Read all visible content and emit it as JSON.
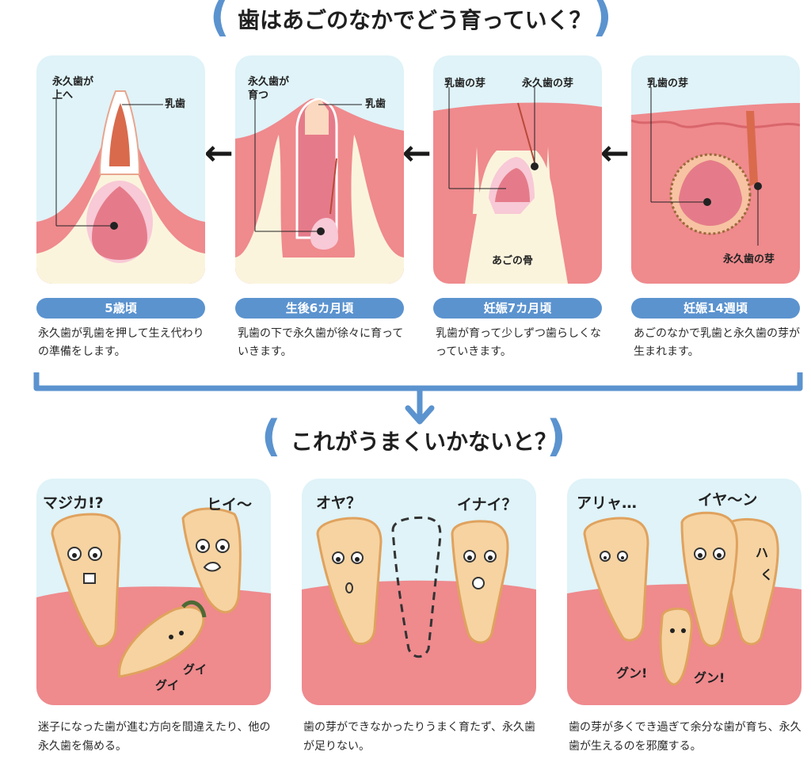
{
  "top_title": "歯はあごのなかでどう育っていく？",
  "bottom_title": "これがうまくいかないと？",
  "stages": [
    {
      "badge": "5歳頃",
      "desc": "永久歯が乳歯を押して生え代わりの準備をします。",
      "labels": {
        "a": "永久歯が",
        "b": "上へ",
        "c": "乳歯"
      }
    },
    {
      "badge": "生後6カ月頃",
      "desc": "乳歯の下で永久歯が徐々に育っていきます。",
      "labels": {
        "a": "永久歯が",
        "b": "育つ",
        "c": "乳歯"
      }
    },
    {
      "badge": "妊娠7カ月頃",
      "desc": "乳歯が育って少しずつ歯らしくなっていきます。",
      "labels": {
        "a": "乳歯の芽",
        "b": "永久歯の芽",
        "c": "あごの骨"
      }
    },
    {
      "badge": "妊娠14週頃",
      "desc": "あごのなかで乳歯と永久歯の芽が生まれます。",
      "labels": {
        "a": "乳歯の芽",
        "b": "永久歯の芽"
      }
    }
  ],
  "problems": [
    {
      "says": [
        "マジカ!?",
        "ヒイ～",
        "グイ",
        "グイ"
      ],
      "desc": "迷子になった歯が進む方向を間違えたり、他の永久歯を傷める。"
    },
    {
      "says": [
        "オヤ？",
        "イナイ？"
      ],
      "desc": "歯の芽ができなかったりうまく育たず、永久歯が足りない。"
    },
    {
      "says": [
        "アリャ…",
        "イヤ～ン",
        "ハ",
        "く",
        "グン!",
        "グン!"
      ],
      "desc": "歯の芽が多くでき過ぎて余分な歯が育ち、永久歯が生えるのを邪魔する。"
    }
  ],
  "colors": {
    "accent": "#5b93cf",
    "gum": "#ef8a8d",
    "bone": "#fbf4dd",
    "sky": "#dff3f8",
    "tooth": "#f6d3a1"
  }
}
